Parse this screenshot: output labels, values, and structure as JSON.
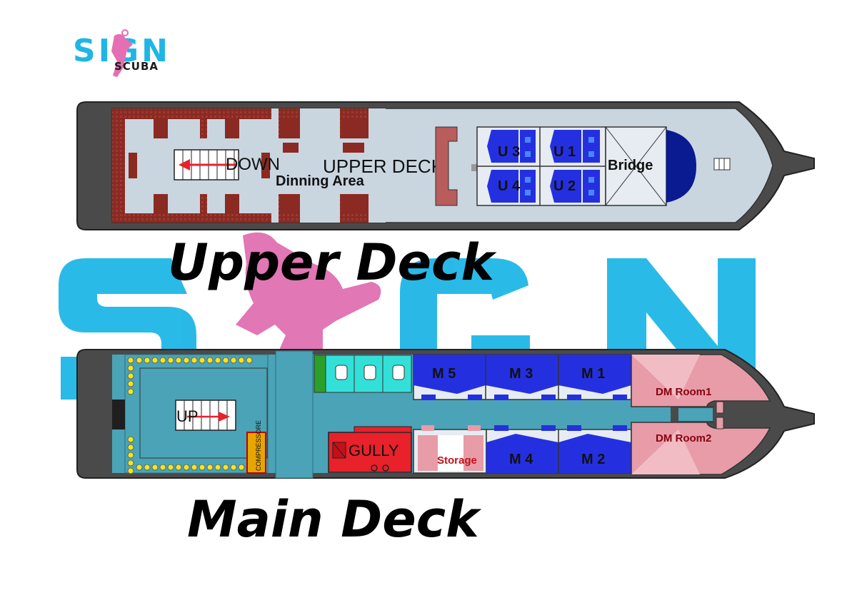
{
  "logo": {
    "text": "SIGN",
    "sub": "SCUBA"
  },
  "watermark": {
    "text": "SIGN"
  },
  "upper_deck": {
    "caption": "Upper Deck",
    "deck_label": "UPPER DECK",
    "dining_label": "Dinning Area",
    "stairs_label": "DOWN",
    "bridge_label": "Bridge",
    "cabins": [
      "U 3",
      "U 1",
      "U 4",
      "U 2"
    ]
  },
  "main_deck": {
    "caption": "Main Deck",
    "stairs_label": "UP",
    "compressor_label": "COMPRESSORE",
    "galley_label": "GULLY",
    "storage_label": "Storage",
    "cabins": [
      "M 5",
      "M 3",
      "M 1",
      "M 4",
      "M 2"
    ],
    "dm_rooms": [
      "DM Room1",
      "DM Room2"
    ]
  },
  "colors": {
    "hull": "#4a4a4a",
    "upper_floor": "#c9d6e0",
    "dining_carpet": "#8a2a22",
    "cabin_blue": "#2430e0",
    "main_floor": "#4ba3b7",
    "galley_red": "#e8212a",
    "dm_pink": "#e79ca8",
    "logo_cyan": "#1fb6e6",
    "logo_pink": "#e56fb2"
  }
}
